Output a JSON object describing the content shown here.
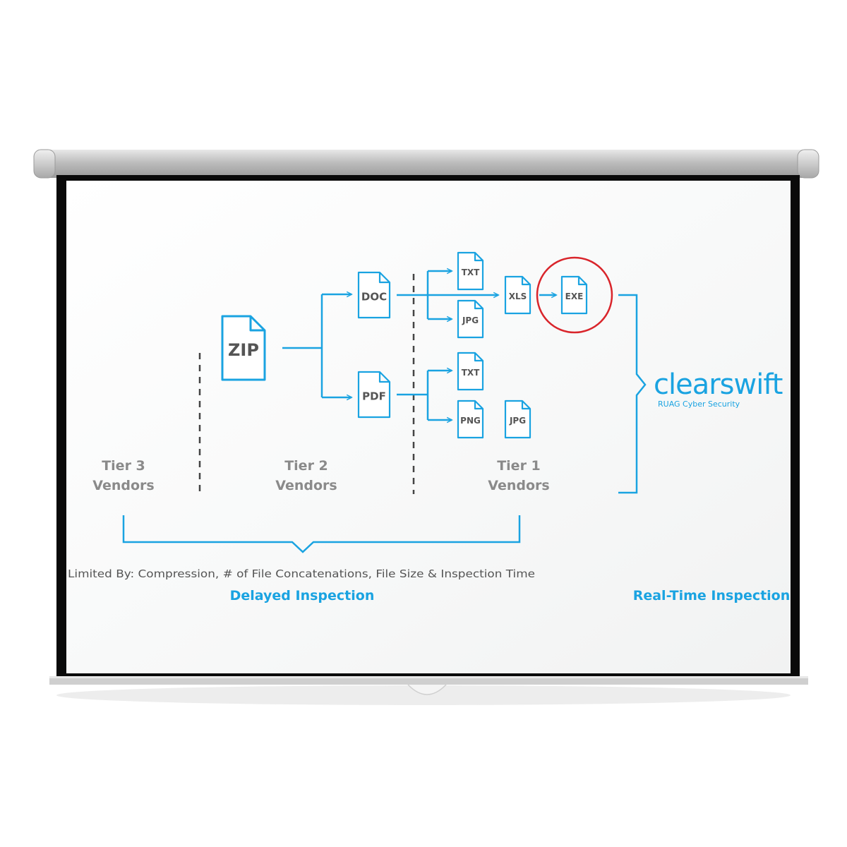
{
  "colors": {
    "accent": "#1aa3e1",
    "label_gray": "#8a8a8a",
    "file_text": "#555555",
    "highlight_ring": "#d9252b",
    "screen_bg": "#fafbfb",
    "screen_frame": "#0a0a0a",
    "roller": "#c9c9c9"
  },
  "tiers": {
    "tier3": {
      "line1": "Tier 3",
      "line2": "Vendors"
    },
    "tier2": {
      "line1": "Tier 2",
      "line2": "Vendors"
    },
    "tier1": {
      "line1": "Tier 1",
      "line2": "Vendors"
    }
  },
  "files": {
    "zip": "ZIP",
    "doc": "DOC",
    "pdf": "PDF",
    "doc_txt": "TXT",
    "doc_jpg": "JPG",
    "xls": "XLS",
    "exe": "EXE",
    "pdf_txt": "TXT",
    "pdf_png": "PNG",
    "pdf_jpg": "JPG"
  },
  "brand": {
    "name": "clearswift",
    "tagline": "RUAG Cyber Security"
  },
  "footer": {
    "limited_by": "Limited By: Compression, # of File Concatenations, File Size & Inspection Time",
    "delayed": "Delayed Inspection",
    "realtime": "Real-Time Inspection"
  }
}
